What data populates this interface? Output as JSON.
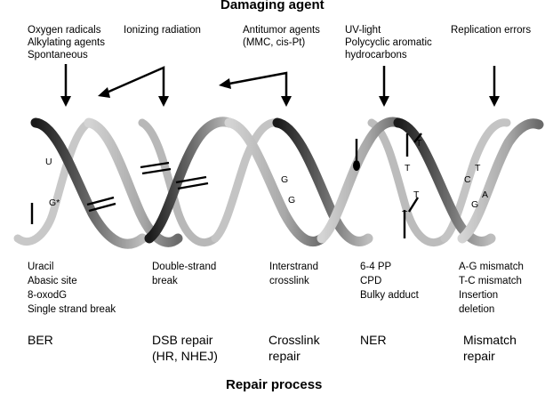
{
  "title_top": "Damaging agent",
  "title_bottom": "Repair process",
  "columns": [
    {
      "agents": "Oxygen radicals\nAlkylating agents\nSpontaneous",
      "lesions": "Uracil\nAbasic site\n8-oxodG\nSingle strand break",
      "process": "BER"
    },
    {
      "agents": "Ionizing radiation",
      "lesions": "Double-strand\nbreak",
      "process": "DSB repair\n(HR, NHEJ)"
    },
    {
      "agents": "Antitumor agents\n(MMC, cis-Pt)",
      "lesions": "Interstrand\ncrosslink",
      "process": "Crosslink\nrepair"
    },
    {
      "agents": "UV-light\nPolycyclic aromatic\nhydrocarbons",
      "lesions": "6-4 PP\nCPD\nBulky adduct",
      "process": "NER"
    },
    {
      "agents": "Replication errors",
      "lesions": "A-G mismatch\nT-C mismatch\nInsertion\ndeletion",
      "process": "Mismatch\nrepair"
    }
  ],
  "base_labels": {
    "ber_u": "U",
    "ber_g": "G*",
    "xl_g1": "G",
    "xl_g2": "G",
    "ner_t1": "T",
    "ner_t2": "T",
    "ner_t3": "T",
    "ner_t4": "T",
    "mm_c": "C",
    "mm_t": "T",
    "mm_g": "G",
    "mm_a": "A"
  }
}
